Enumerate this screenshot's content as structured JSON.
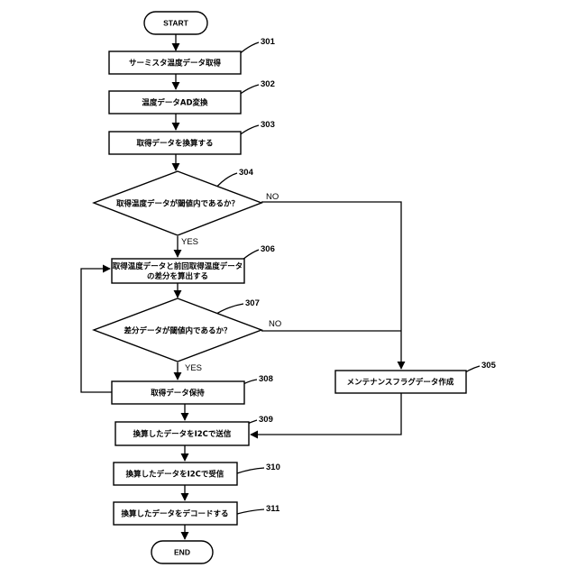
{
  "start": "START",
  "end": "END",
  "steps": {
    "s301": {
      "text": "サーミスタ温度データ取得",
      "ref": "301"
    },
    "s302": {
      "text": "温度データAD変換",
      "ref": "302"
    },
    "s303": {
      "text": "取得データを換算する",
      "ref": "303"
    },
    "s304": {
      "text": "取得温度データが閾値内であるか？",
      "ref": "304"
    },
    "s305": {
      "text": "メンテナンスフラグデータ作成",
      "ref": "305"
    },
    "s306": {
      "line1": "取得温度データと前回取得温度データ",
      "line2": "の差分を算出する",
      "ref": "306"
    },
    "s307": {
      "text": "差分データが閾値内であるか？",
      "ref": "307"
    },
    "s308": {
      "text": "取得データ保持",
      "ref": "308"
    },
    "s309": {
      "text": "換算したデータをI2Cで送信",
      "ref": "309"
    },
    "s310": {
      "text": "換算したデータをI2Cで受信",
      "ref": "310"
    },
    "s311": {
      "text": "換算したデータをデコードする",
      "ref": "311"
    }
  },
  "branches": {
    "d304_yes": "YES",
    "d304_no": "NO",
    "d307_yes": "YES",
    "d307_no": "NO"
  }
}
